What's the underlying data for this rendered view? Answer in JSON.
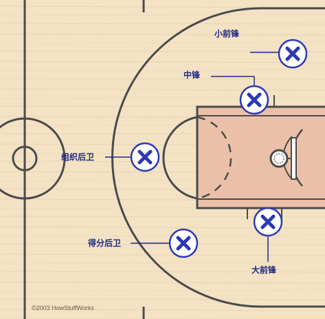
{
  "positions": {
    "small_forward": "小前锋",
    "center": "中锋",
    "point_guard": "组织后卫",
    "shooting_guard": "得分后卫",
    "power_forward": "大前锋"
  },
  "copyright": "©2003 HowStuffWorks",
  "colors": {
    "court_wood": "#f3e2c4",
    "paint": "#eac1a8",
    "court_line": "#4a4a4a",
    "marker_fill": "#ffffff",
    "marker_x": "#2c38b4",
    "label_text": "#1f2a86"
  },
  "icons": {
    "player_marker": "x-in-circle-icon",
    "basket": "hoop-icon"
  }
}
